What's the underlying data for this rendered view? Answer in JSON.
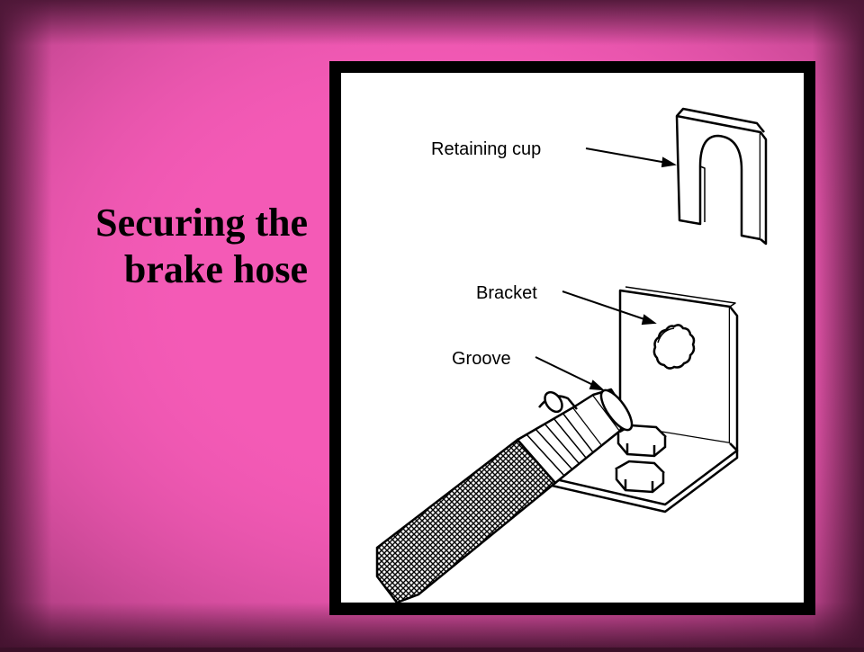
{
  "slide": {
    "title_line1": "Securing the",
    "title_line2": "brake hose",
    "colors": {
      "background_center": "#f45ab6",
      "background_edge": "#3a1028",
      "title": "#000000",
      "frame": "#000000",
      "panel": "#ffffff"
    }
  },
  "diagram": {
    "labels": {
      "retaining_cup": "Retaining cup",
      "bracket": "Bracket",
      "groove": "Groove"
    }
  }
}
